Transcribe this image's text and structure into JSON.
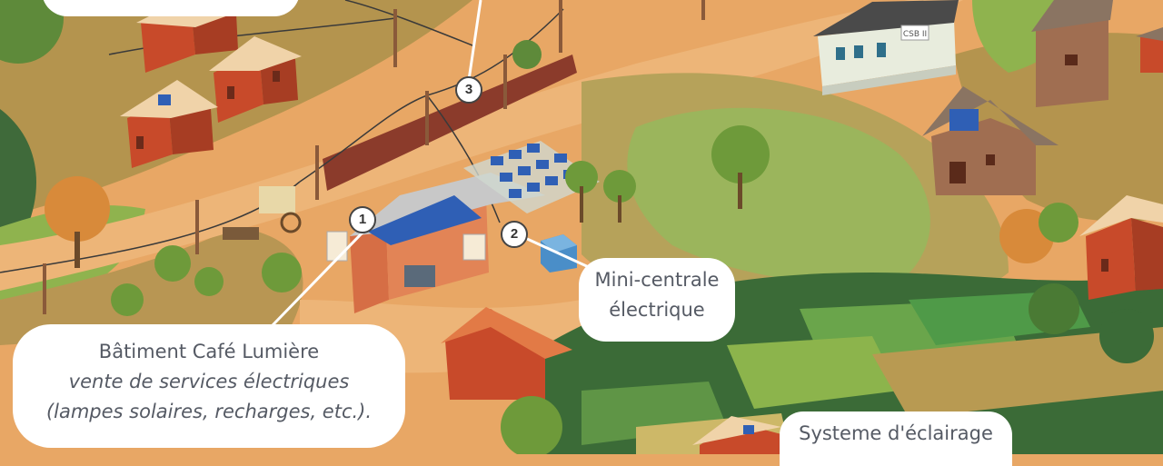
{
  "colors": {
    "ground": "#e8a765",
    "field_olive": "#b4944e",
    "field_green": "#8cb44c",
    "forest_dark": "#3b6b37",
    "house_wall": "#c84a2a",
    "house_roof": "#f0d3a9",
    "solar_panel": "#2f5fb5",
    "callout_bg": "#ffffff",
    "callout_text": "#555a64"
  },
  "markers": [
    "1",
    "2",
    "3"
  ],
  "callouts": {
    "cafe": {
      "title": "Bâtiment Café Lumière",
      "line2": "vente de services électriques",
      "line3": "(lampes solaires, recharges, etc.)."
    },
    "mini": {
      "line1": "Mini-centrale",
      "line2": "électrique"
    },
    "syst": {
      "line1": "Systeme d'éclairage"
    }
  },
  "signs": {
    "school": "CSB II"
  }
}
